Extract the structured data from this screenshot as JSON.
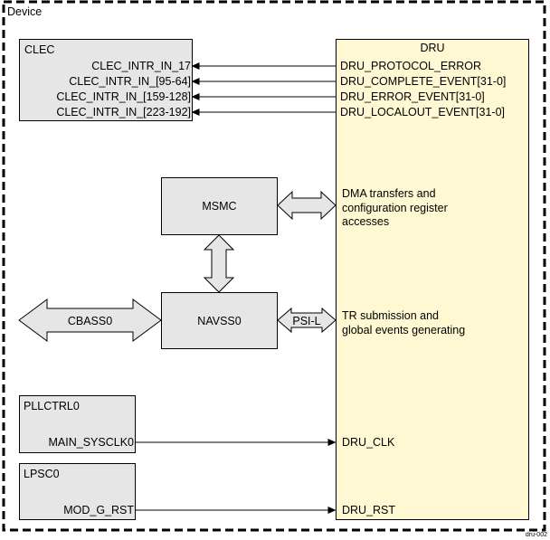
{
  "device": {
    "label": "Device"
  },
  "clec": {
    "title": "CLEC",
    "signals": [
      "CLEC_INTR_IN_17",
      "CLEC_INTR_IN_[95-64]",
      "CLEC_INTR_IN_[159-128]",
      "CLEC_INTR_IN_[223-192]"
    ]
  },
  "dru": {
    "title": "DRU",
    "signals": [
      "DRU_PROTOCOL_ERROR",
      "DRU_COMPLETE_EVENT[31-0]",
      "DRU_ERROR_EVENT[31-0]",
      "DRU_LOCALOUT_EVENT[31-0]"
    ],
    "dma_note_1": "DMA transfers and",
    "dma_note_2": "configuration register",
    "dma_note_3": "accesses",
    "tr_note_1": "TR submission and",
    "tr_note_2": "global events generating",
    "clk": "DRU_CLK",
    "rst": "DRU_RST"
  },
  "msmc": {
    "label": "MSMC"
  },
  "navss": {
    "label": "NAVSS0"
  },
  "cbass": {
    "label": "CBASS0"
  },
  "psil": {
    "label": "PSI-L"
  },
  "pllctrl": {
    "title": "PLLCTRL0",
    "signal": "MAIN_SYSCLK0"
  },
  "lpsc": {
    "title": "LPSC0",
    "signal": "MOD_G_RST"
  },
  "figure_id": "dru-002"
}
